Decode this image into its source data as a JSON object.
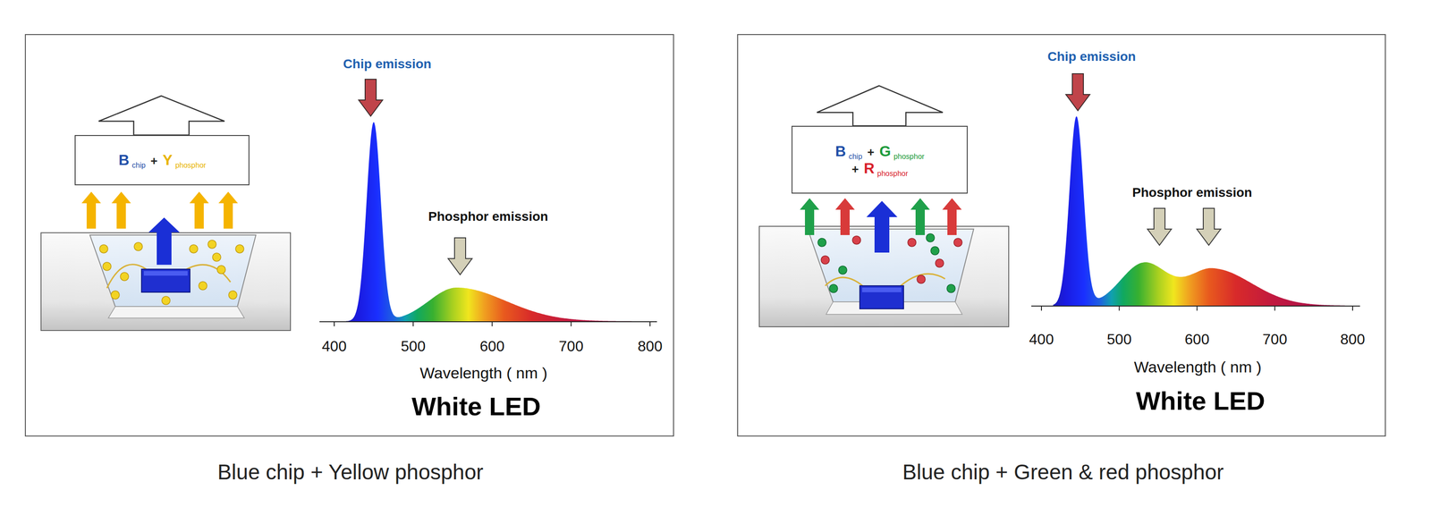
{
  "diagram": {
    "nodes": [
      {
        "text": [
          "B",
          "chip",
          "+",
          "Y",
          "phosphor"
        ]
      },
      {
        "text": [
          "B",
          "chip",
          "+",
          "G",
          "phosphor",
          "+",
          "R",
          "phosphor"
        ]
      }
    ],
    "labels": [
      "Chip emission",
      "Phosphor emission",
      "400",
      "500",
      "600",
      "700",
      "800",
      "Wavelength ( nm )",
      "White LED",
      "Chip emission",
      "Phosphor emission",
      "400",
      "500",
      "600",
      "700",
      "800",
      "Wavelength ( nm )",
      "White LED",
      "Blue chip + Yellow phosphor",
      "Blue chip + Green & red phosphor"
    ]
  }
}
